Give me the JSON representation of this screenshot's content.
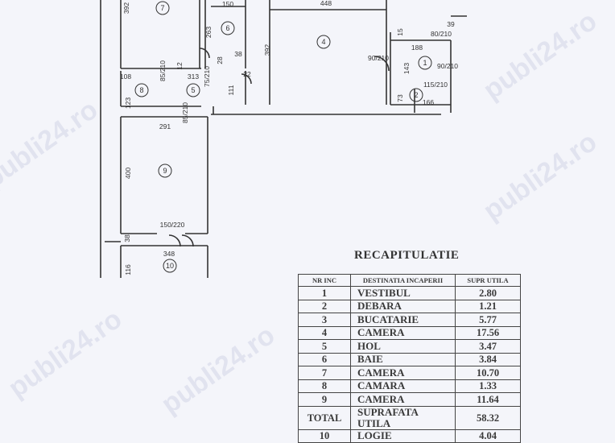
{
  "watermark": "publi24.ro",
  "plan": {
    "dimensions": [
      "392",
      "150",
      "448",
      "263",
      "392",
      "188",
      "143",
      "313",
      "108",
      "123",
      "111",
      "166",
      "73",
      "291",
      "400",
      "38",
      "348",
      "116",
      "15",
      "39",
      "85/210",
      "75/210",
      "90/210",
      "90/210",
      "115/210",
      "80/210",
      "150/220",
      "85/210",
      "12",
      "28",
      "38",
      "22"
    ],
    "room_numbers": [
      "1",
      "2",
      "4",
      "5",
      "6",
      "7",
      "8",
      "9",
      "10"
    ]
  },
  "recap": {
    "title": "RECAPITULATIE",
    "headers": [
      "NR INC",
      "DESTINATIA INCAPERII",
      "SUPR UTILA"
    ],
    "rows": [
      [
        "1",
        "VESTIBUL",
        "2.80"
      ],
      [
        "2",
        "DEBARA",
        "1.21"
      ],
      [
        "3",
        "BUCATARIE",
        "5.77"
      ],
      [
        "4",
        "CAMERA",
        "17.56"
      ],
      [
        "5",
        "HOL",
        "3.47"
      ],
      [
        "6",
        "BAIE",
        "3.84"
      ],
      [
        "7",
        "CAMERA",
        "10.70"
      ],
      [
        "8",
        "CAMARA",
        "1.33"
      ],
      [
        "9",
        "CAMERA",
        "11.64"
      ],
      [
        "TOTAL",
        "SUPRAFATA UTILA",
        "58.32"
      ],
      [
        "10",
        "LOGIE",
        "4.04"
      ]
    ]
  }
}
